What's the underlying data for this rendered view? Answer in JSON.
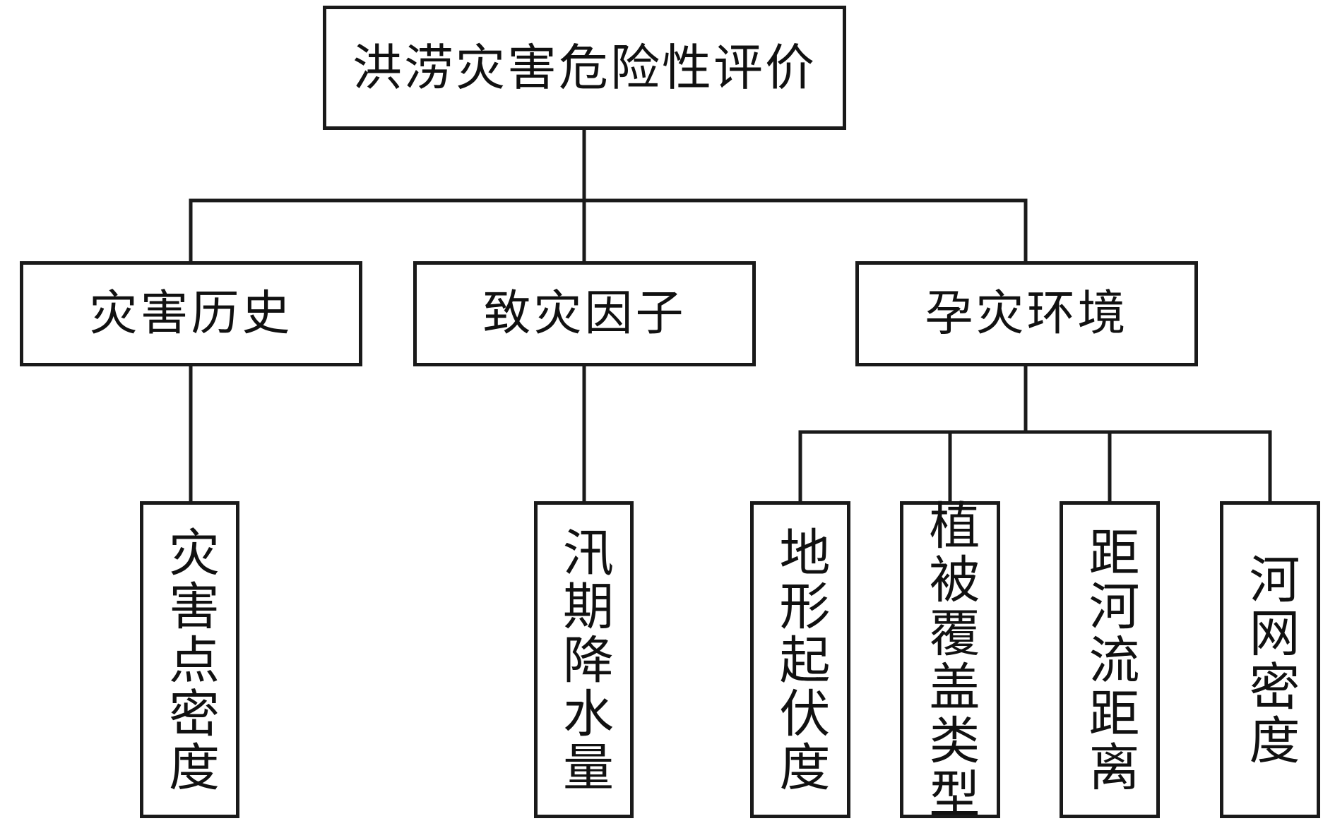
{
  "diagram": {
    "root": {
      "label": "洪涝灾害危险性评价"
    },
    "categories": [
      {
        "label": "灾害历史"
      },
      {
        "label": "致灾因子"
      },
      {
        "label": "孕灾环境"
      }
    ],
    "indicators": [
      {
        "label": "灾害点密度",
        "parent": "灾害历史"
      },
      {
        "label": "汛期降水量",
        "parent": "致灾因子"
      },
      {
        "label": "地形起伏度",
        "parent": "孕灾环境"
      },
      {
        "label": "植被覆盖类型",
        "parent": "孕灾环境"
      },
      {
        "label": "距河流距离",
        "parent": "孕灾环境"
      },
      {
        "label": "河网密度",
        "parent": "孕灾环境"
      }
    ]
  }
}
